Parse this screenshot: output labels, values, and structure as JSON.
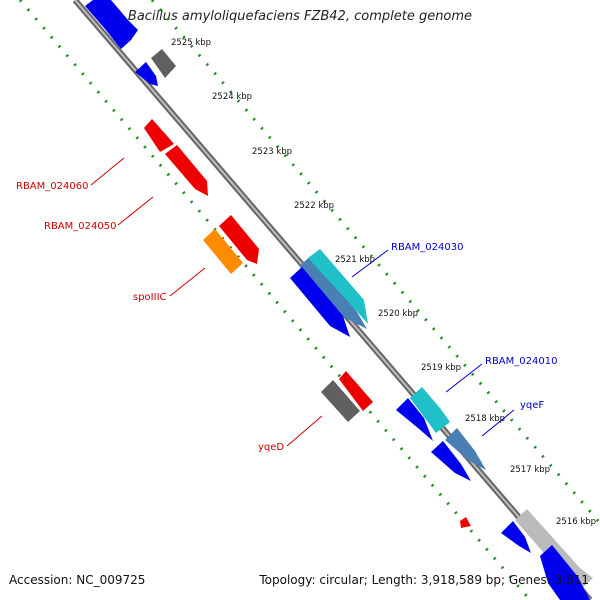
{
  "title": "Bacillus amyloliquefaciens FZB42, complete genome",
  "footer": {
    "accession": "Accession: NC_009725",
    "summary": "Topology: circular; Length: 3,918,589 bp; Genes: 3,811"
  },
  "colors": {
    "backbone": "#777777",
    "tick_ring": "#228B22",
    "forward_label": "#0000cc",
    "reverse_label": "#cc0000",
    "gene_blue": "#0000ee",
    "gene_red": "#ee0000",
    "gene_orange": "#ff8c00",
    "gene_grey": "#666666",
    "gene_cyan": "#20c0c8",
    "gene_steel": "#4a7fb5",
    "gene_lightgrey": "#bbbbbb"
  },
  "ticks": [
    {
      "label": "2525 kbp"
    },
    {
      "label": "2524 kbp"
    },
    {
      "label": "2523 kbp"
    },
    {
      "label": "2522 kbp"
    },
    {
      "label": "2521 kbp"
    },
    {
      "label": "2520 kbp"
    },
    {
      "label": "2519 kbp"
    },
    {
      "label": "2518 kbp"
    },
    {
      "label": "2517 kbp"
    },
    {
      "label": "2516 kbp"
    }
  ],
  "gene_labels": {
    "rbam_024060": "RBAM_024060",
    "rbam_024050": "RBAM_024050",
    "spoiiic": "spoIIIC",
    "yqed": "yqeD",
    "rbam_024030": "RBAM_024030",
    "rbam_024010": "RBAM_024010",
    "yqef": "yqeF"
  }
}
